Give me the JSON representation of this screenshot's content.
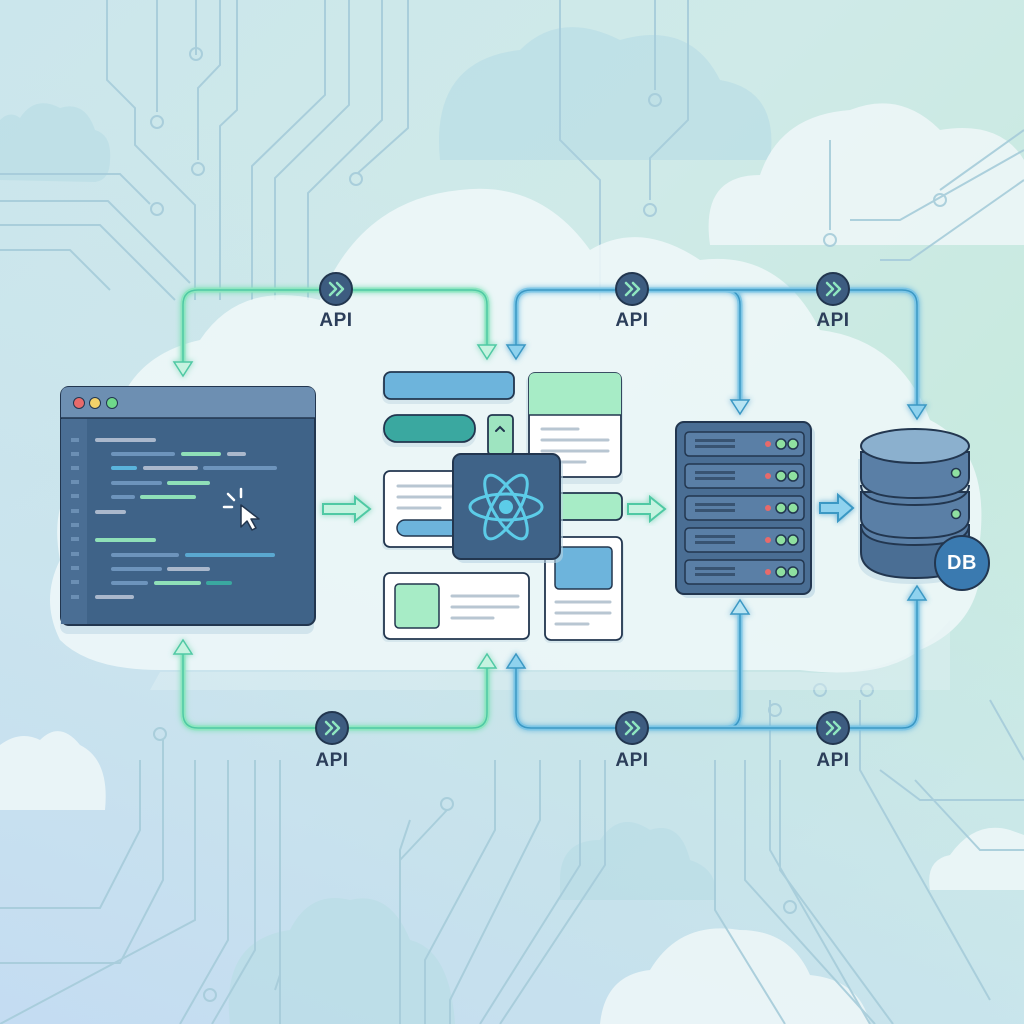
{
  "diagram": {
    "title": "",
    "nodes": [
      {
        "id": "code-editor",
        "type": "code-editor-window",
        "label": ""
      },
      {
        "id": "react-frontend",
        "type": "react-ui-components",
        "label": ""
      },
      {
        "id": "server",
        "type": "server-rack",
        "label": ""
      },
      {
        "id": "database",
        "type": "database",
        "label": "DB"
      }
    ],
    "connections": [
      {
        "from": "code-editor",
        "to": "react-frontend",
        "label": "API",
        "position": "top",
        "color": "#6fdcb4"
      },
      {
        "from": "react-frontend",
        "to": "server",
        "label": "API",
        "position": "top",
        "color": "#5ab4dc"
      },
      {
        "from": "server",
        "to": "database",
        "label": "API",
        "position": "top",
        "color": "#5ab4dc"
      },
      {
        "from": "react-frontend",
        "to": "code-editor",
        "label": "API",
        "position": "bottom",
        "color": "#6fdcb4"
      },
      {
        "from": "server",
        "to": "react-frontend",
        "label": "API",
        "position": "bottom",
        "color": "#5ab4dc"
      },
      {
        "from": "database",
        "to": "react-frontend",
        "label": "API",
        "position": "bottom",
        "color": "#5ab4dc"
      }
    ],
    "api_labels": {
      "top_1": "API",
      "top_2": "API",
      "top_3": "API",
      "bottom_1": "API",
      "bottom_2": "API",
      "bottom_3": "API"
    },
    "db_badge": "DB",
    "icons": {
      "api_badge": "chevron-double-right-icon",
      "frontend": "react-atom-icon",
      "editor_cursor": "mouse-pointer-icon"
    },
    "colors": {
      "dark_navy": "#3d5c80",
      "green_accent": "#8ee0b8",
      "blue_accent": "#5ab0d8",
      "teal": "#3aa8a0",
      "text": "#2c3e5a"
    }
  }
}
